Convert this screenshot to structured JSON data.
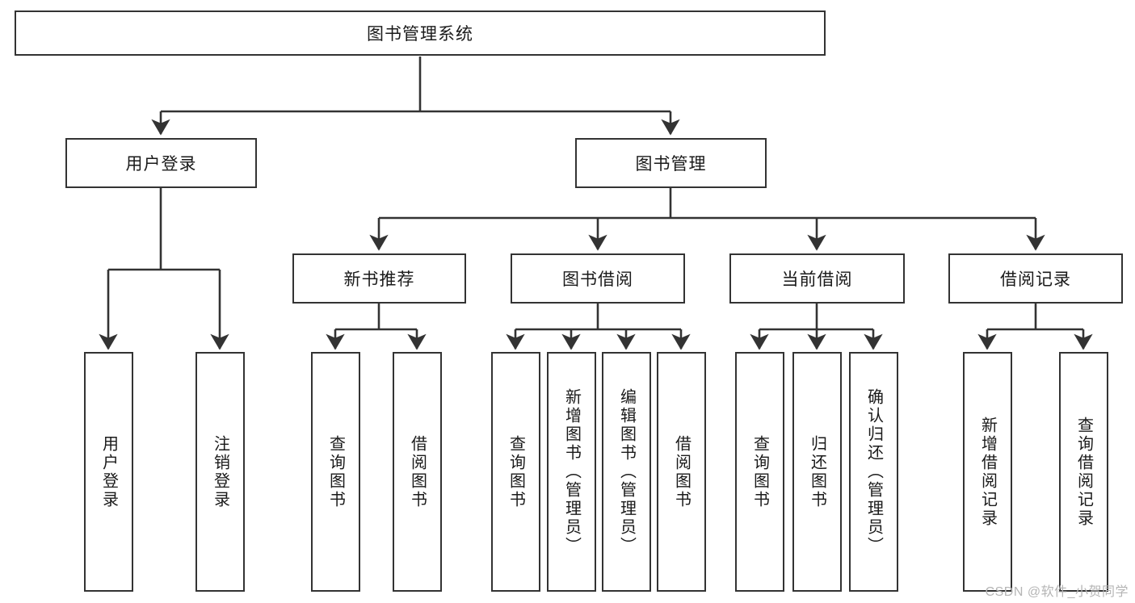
{
  "diagram": {
    "type": "tree-hierarchy",
    "title": "图书管理系统",
    "colors": {
      "stroke": "#333333",
      "fill": "#ffffff",
      "text": "#1a1a1a",
      "watermark": "#b5b5b5"
    },
    "root": {
      "label": "图书管理系统"
    },
    "level2": [
      {
        "id": "user-login",
        "label": "用户登录"
      },
      {
        "id": "book-manage",
        "label": "图书管理"
      }
    ],
    "level3": [
      {
        "id": "new-book-rec",
        "label": "新书推荐"
      },
      {
        "id": "book-borrow",
        "label": "图书借阅"
      },
      {
        "id": "current-borrow",
        "label": "当前借阅"
      },
      {
        "id": "borrow-record",
        "label": "借阅记录"
      }
    ],
    "leaves": {
      "user_login": [
        {
          "id": "leaf-user-login",
          "label": "用户登录"
        },
        {
          "id": "leaf-logout",
          "label": "注销登录"
        }
      ],
      "new_book_rec": [
        {
          "id": "leaf-query-book-1",
          "label": "查询图书"
        },
        {
          "id": "leaf-borrow-book-1",
          "label": "借阅图书"
        }
      ],
      "book_borrow": [
        {
          "id": "leaf-query-book-2",
          "label": "查询图书"
        },
        {
          "id": "leaf-add-book",
          "label": "新增图书（管理员）"
        },
        {
          "id": "leaf-edit-book",
          "label": "编辑图书（管理员）"
        },
        {
          "id": "leaf-borrow-book-2",
          "label": "借阅图书"
        }
      ],
      "current_borrow": [
        {
          "id": "leaf-query-book-3",
          "label": "查询图书"
        },
        {
          "id": "leaf-return-book",
          "label": "归还图书"
        },
        {
          "id": "leaf-confirm-return",
          "label": "确认归还（管理员）"
        }
      ],
      "borrow_record": [
        {
          "id": "leaf-add-record",
          "label": "新增借阅记录"
        },
        {
          "id": "leaf-query-record",
          "label": "查询借阅记录"
        }
      ]
    }
  },
  "watermark": {
    "text": "CSDN @软件_小贺同学"
  }
}
